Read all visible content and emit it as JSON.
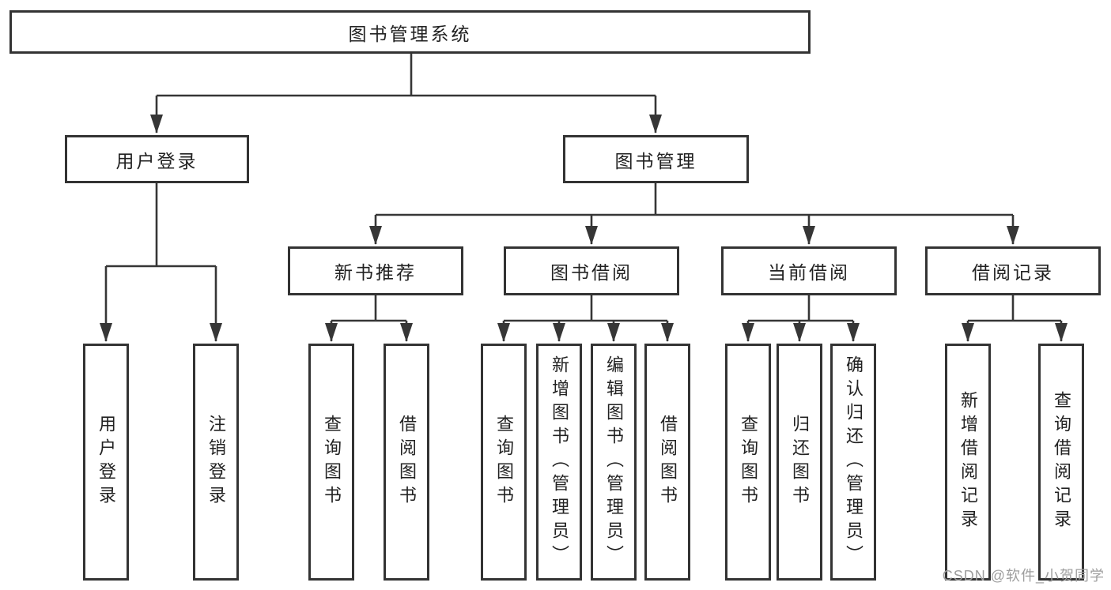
{
  "tree": {
    "root": "图书管理系统",
    "login": {
      "label": "用户登录",
      "children": [
        "用户登录",
        "注销登录"
      ]
    },
    "management": {
      "label": "图书管理",
      "sections": [
        {
          "label": "新书推荐",
          "children": [
            "查询图书",
            "借阅图书"
          ]
        },
        {
          "label": "图书借阅",
          "children": [
            "查询图书",
            "新增图书（管理员）",
            "编辑图书（管理员）",
            "借阅图书"
          ]
        },
        {
          "label": "当前借阅",
          "children": [
            "查询图书",
            "归还图书",
            "确认归还（管理员）"
          ]
        },
        {
          "label": "借阅记录",
          "children": [
            "新增借阅记录",
            "查询借阅记录"
          ]
        }
      ]
    }
  },
  "colors": {
    "line": "#363636",
    "text": "#222222",
    "watermark": "#9e9e9e"
  },
  "watermark": {
    "text": "CSDN @软件_小贺同学"
  }
}
